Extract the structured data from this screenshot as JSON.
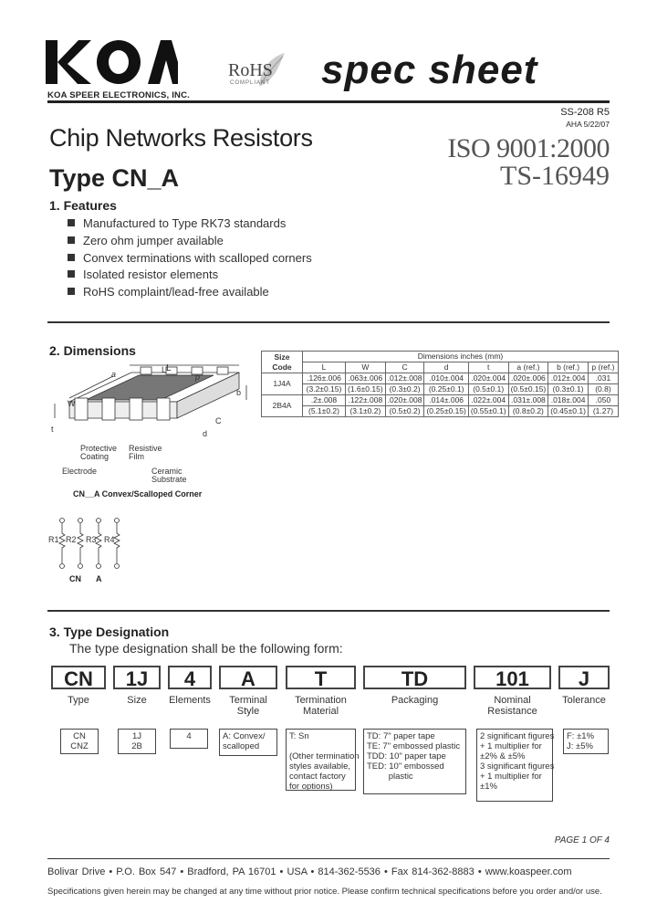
{
  "header": {
    "brand": "KOA",
    "company": "KOA SPEER ELECTRONICS, INC.",
    "rohs": "RoHS",
    "rohs_sub": "COMPLIANT",
    "doc_title": "spec sheet",
    "doc_number": "SS-208 R5",
    "doc_date": "AHA 5/22/07",
    "iso": "ISO 9001:2000",
    "ts": "TS-16949"
  },
  "title": {
    "line1": "Chip Networks Resistors",
    "line2": "Type CN_A"
  },
  "features": {
    "heading": "1.  Features",
    "items": [
      "Manufactured to Type RK73 standards",
      "Zero ohm jumper available",
      "Convex terminations with scalloped corners",
      "Isolated resistor elements",
      "RoHS complaint/lead-free available"
    ]
  },
  "dimensions": {
    "heading": "2.  Dimensions",
    "drawing_labels": {
      "a": "a",
      "L": "L",
      "p": "p",
      "b": "b",
      "W": "W",
      "t": "t",
      "C": "C",
      "d": "d",
      "protective": "Protective\nCoating",
      "film": "Resistive\nFilm",
      "electrode": "Electrode",
      "ceramic": "Ceramic\nSubstrate"
    },
    "drawing_caption": "CN__A Convex/Scalloped Corner",
    "circuit_labels": [
      "R1",
      "R2",
      "R3",
      "R4"
    ],
    "circuit_caption_left": "CN",
    "circuit_caption_right": "A",
    "table": {
      "size_code_header": "Size\nCode",
      "group_header": "Dimensions inches (mm)",
      "columns": [
        "L",
        "W",
        "C",
        "d",
        "t",
        "a (ref.)",
        "b (ref.)",
        "p (ref.)"
      ],
      "rows": [
        {
          "code": "1J4A",
          "inch": [
            ".126±.006",
            ".063±.006",
            ".012±.008",
            ".010±.004",
            ".020±.004",
            ".020±.006",
            ".012±.004",
            ".031"
          ],
          "mm": [
            "(3.2±0.15)",
            "(1.6±0.15)",
            "(0.3±0.2)",
            "(0.25±0.1)",
            "(0.5±0.1)",
            "(0.5±0.15)",
            "(0.3±0.1)",
            "(0.8)"
          ]
        },
        {
          "code": "2B4A",
          "inch": [
            ".2±.008",
            ".122±.008",
            ".020±.008",
            ".014±.006",
            ".022±.004",
            ".031±.008",
            ".018±.004",
            ".050"
          ],
          "mm": [
            "(5.1±0.2)",
            "(3.1±0.2)",
            "(0.5±0.2)",
            "(0.25±0.15)",
            "(0.55±0.1)",
            "(0.8±0.2)",
            "(0.45±0.1)",
            "(1.27)"
          ]
        }
      ]
    }
  },
  "type_designation": {
    "heading": "3.  Type Designation",
    "subheading": "The type designation shall be the following form:",
    "boxes": [
      {
        "code": "CN",
        "label": "Type",
        "options": "CN\nCNZ"
      },
      {
        "code": "1J",
        "label": "Size",
        "options": "1J\n2B"
      },
      {
        "code": "4",
        "label": "Elements",
        "options": "4"
      },
      {
        "code": "A",
        "label": "Terminal\nStyle",
        "options": "A: Convex/\nscalloped"
      },
      {
        "code": "T",
        "label": "Termination\nMaterial",
        "options": "T: Sn\n\n(Other termination\nstyles available,\ncontact factory\nfor options)"
      },
      {
        "code": "TD",
        "label": "Packaging",
        "options": "TD: 7\" paper tape\nTE: 7\" embossed plastic\nTDD: 10\" paper tape\nTED: 10\" embossed\n         plastic"
      },
      {
        "code": "101",
        "label": "Nominal\nResistance",
        "options": "2 significant figures\n+ 1 multiplier for\n±2% & ±5%\n3 significant figures\n+ 1 multiplier for\n±1%"
      },
      {
        "code": "J",
        "label": "Tolerance",
        "options": "F: ±1%\nJ: ±5%"
      }
    ]
  },
  "footer": {
    "page": "PAGE 1 OF 4",
    "address": "Bolivar Drive  •  P.O. Box 547  •  Bradford, PA 16701  •  USA  •  814-362-5536  •  Fax 814-362-8883  •  www.koaspeer.com",
    "note": "Specifications given herein may be changed at any time without prior notice. Please confirm technical specifications before you order and/or use."
  }
}
